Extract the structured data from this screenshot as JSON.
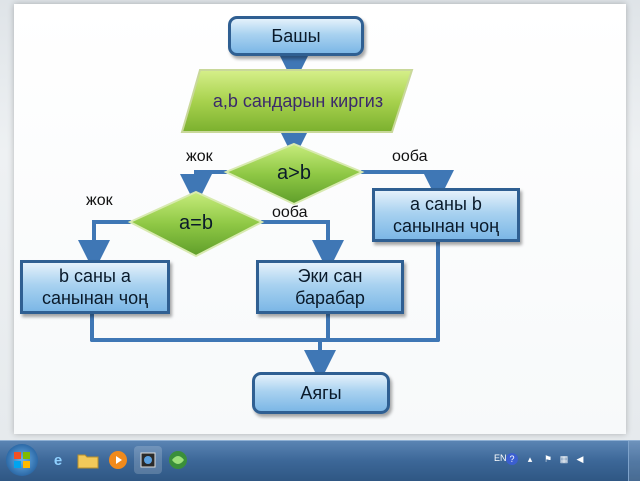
{
  "flowchart": {
    "start": "Башы",
    "input": "a,b сандарын киргиз",
    "condition1": "a>b",
    "condition1_no": "жок",
    "condition1_yes": "ооба",
    "condition2": "a=b",
    "condition2_no": "жок",
    "condition2_yes": "ооба",
    "result_a_greater": "а саны b санынан чоң",
    "result_b_greater": "b  саны а санынан чоң",
    "result_equal": "Эки сан барабар",
    "end": "Аягы"
  },
  "colors": {
    "box_blue": "#8fc3ec",
    "box_border": "#2f5f92",
    "parallelogram_green": "#98c83e",
    "diamond_green": "#86c23e",
    "arrow": "#3f77b5"
  },
  "taskbar": {
    "icons": [
      "windows-start-icon",
      "internet-explorer-icon",
      "folder-icon",
      "media-player-icon",
      "app-icon",
      "browser-icon"
    ],
    "tray_text": "EN"
  }
}
